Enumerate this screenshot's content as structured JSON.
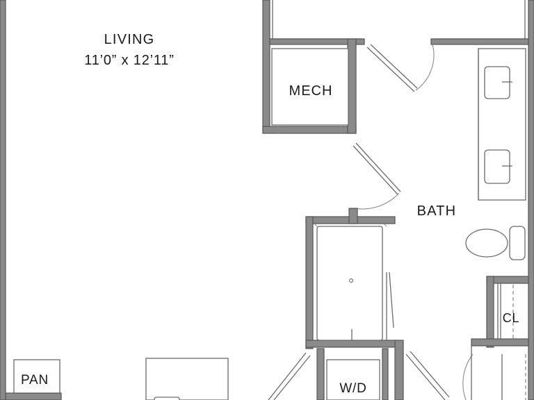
{
  "rooms": {
    "living": {
      "name": "LIVING",
      "dims": "11’0” x 12’11”"
    },
    "mech": {
      "name": "MECH"
    },
    "bath": {
      "name": "BATH"
    },
    "closet": {
      "name": "CL"
    },
    "pantry": {
      "name": "PAN"
    },
    "laundry": {
      "name": "W/D"
    }
  },
  "colors": {
    "wall": "#8a8a8a",
    "line": "#6a6a6a",
    "text": "#1a1a1a"
  }
}
